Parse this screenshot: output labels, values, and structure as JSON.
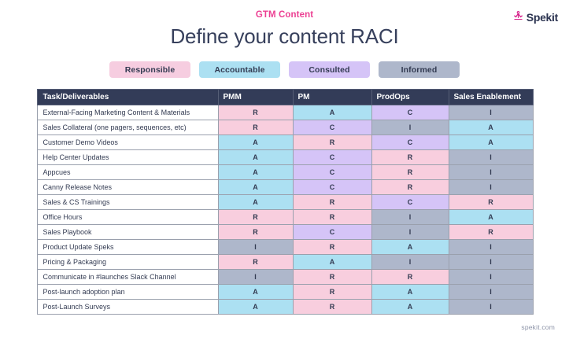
{
  "header": {
    "eyebrow": "GTM Content",
    "title": "Define your content RACI",
    "brand_name": "Spekit",
    "brand_icon": "spekit-logo-icon",
    "eyebrow_color": "#ec4093",
    "title_color": "#37405c"
  },
  "legend": {
    "items": [
      {
        "label": "Responsible",
        "code": "R",
        "color": "#f6cde0"
      },
      {
        "label": "Accountable",
        "code": "A",
        "color": "#ace0f2"
      },
      {
        "label": "Consulted",
        "code": "C",
        "color": "#d5c4f7"
      },
      {
        "label": "Informed",
        "code": "I",
        "color": "#aeb7cb"
      }
    ]
  },
  "table": {
    "columns": [
      "Task/Deliverables",
      "PMM",
      "PM",
      "ProdOps",
      "Sales Enablement"
    ],
    "rows": [
      {
        "task": "External-Facing Marketing Content & Materials",
        "values": [
          "R",
          "A",
          "C",
          "I"
        ]
      },
      {
        "task": "Sales Collateral (one pagers, sequences, etc)",
        "values": [
          "R",
          "C",
          "I",
          "A"
        ]
      },
      {
        "task": "Customer Demo Videos",
        "values": [
          "A",
          "R",
          "C",
          "A"
        ]
      },
      {
        "task": "Help Center Updates",
        "values": [
          "A",
          "C",
          "R",
          "I"
        ]
      },
      {
        "task": "Appcues",
        "values": [
          "A",
          "C",
          "R",
          "I"
        ]
      },
      {
        "task": "Canny Release Notes",
        "values": [
          "A",
          "C",
          "R",
          "I"
        ]
      },
      {
        "task": "Sales & CS Trainings",
        "values": [
          "A",
          "R",
          "C",
          "R"
        ]
      },
      {
        "task": "Office Hours",
        "values": [
          "R",
          "R",
          "I",
          "A"
        ]
      },
      {
        "task": "Sales Playbook",
        "values": [
          "R",
          "C",
          "I",
          "R"
        ]
      },
      {
        "task": "Product Update Speks",
        "values": [
          "I",
          "R",
          "A",
          "I"
        ]
      },
      {
        "task": "Pricing & Packaging",
        "values": [
          "R",
          "A",
          "I",
          "I"
        ]
      },
      {
        "task": "Communicate in #launches Slack Channel",
        "values": [
          "I",
          "R",
          "R",
          "I"
        ]
      },
      {
        "task": "Post-launch adoption plan",
        "values": [
          "A",
          "R",
          "A",
          "I"
        ]
      },
      {
        "task": "Post-Launch Surveys",
        "values": [
          "A",
          "R",
          "A",
          "I"
        ]
      }
    ]
  },
  "footer": {
    "url": "spekit.com"
  }
}
